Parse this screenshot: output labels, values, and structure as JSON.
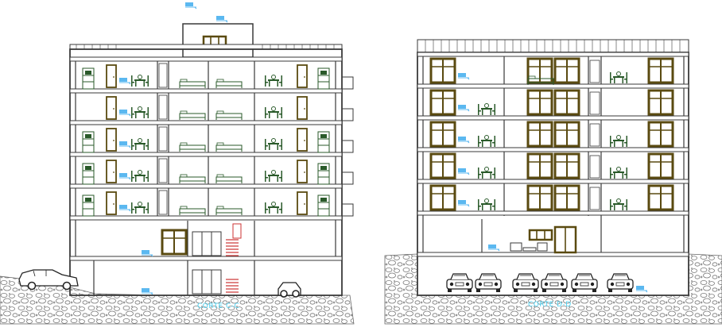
{
  "drawing": {
    "kind": "architectural building sections",
    "line_color": "#3a3a3a",
    "furniture_color": "#2a5a2a",
    "window_color": "#5a4a10",
    "stair_color": "#cc3333",
    "annotation_color": "#5bb8f0",
    "ground_color": "#8a8a8a"
  },
  "sections": [
    {
      "id": "corte-cc",
      "label": "CORTE C-C",
      "floors": 5,
      "has_penthouse": true,
      "has_basement": true,
      "ground": "sloped"
    },
    {
      "id": "corte-dd",
      "label": "CORTE D-D",
      "floors": 5,
      "has_penthouse": false,
      "has_basement": true,
      "ground": "level"
    }
  ],
  "icons": [
    "car-icon",
    "dining-set-icon",
    "bed-icon",
    "door-icon",
    "window-icon",
    "stair-icon",
    "level-marker-icon"
  ]
}
